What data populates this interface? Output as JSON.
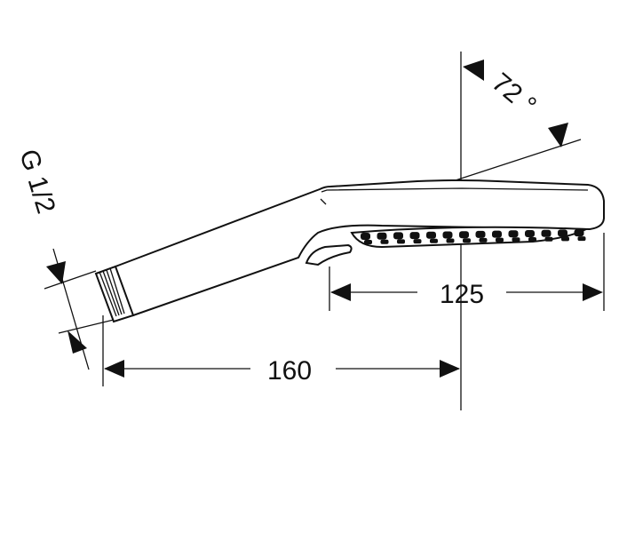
{
  "dimensions": {
    "angle": "72 °",
    "thread": "G 1/2",
    "total_length": "160",
    "head_length": "125"
  },
  "colors": {
    "line": "#111111",
    "background": "#ffffff"
  }
}
